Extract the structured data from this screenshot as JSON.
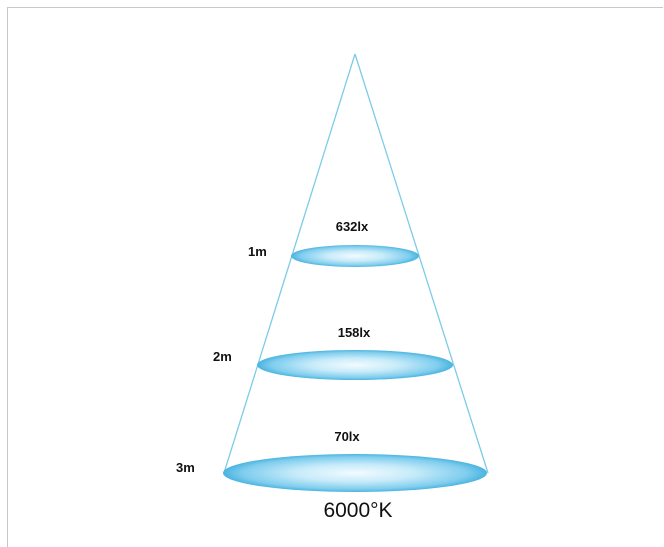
{
  "levels": [
    {
      "distance": "1m",
      "lux": "632lx"
    },
    {
      "distance": "2m",
      "lux": "158lx"
    },
    {
      "distance": "3m",
      "lux": "70lx"
    }
  ],
  "color_temperature": "6000°K",
  "colors": {
    "beam_line": "#7ccbe8",
    "ellipse_light": "#f2fbff",
    "ellipse_mid": "#a6ddf3",
    "ellipse_edge": "#4bb4de"
  }
}
